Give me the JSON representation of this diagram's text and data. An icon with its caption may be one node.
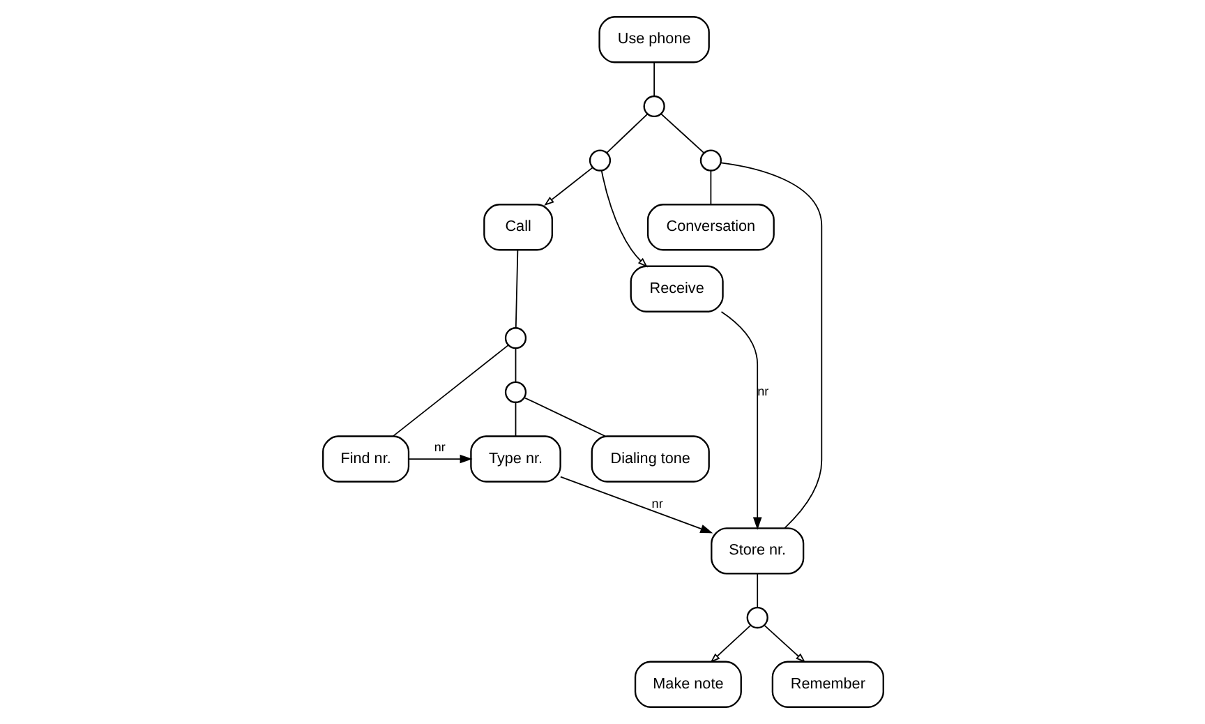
{
  "diagram": {
    "nodes": [
      {
        "text": [
          "Use phone"
        ]
      },
      {
        "text": [],
        "shape": "circle"
      },
      {
        "text": [],
        "shape": "circle"
      },
      {
        "text": [],
        "shape": "circle"
      },
      {
        "text": [
          "Call"
        ]
      },
      {
        "text": [
          "Receive"
        ]
      },
      {
        "text": [
          "Conversation"
        ]
      },
      {
        "text": [],
        "shape": "circle"
      },
      {
        "text": [],
        "shape": "circle"
      },
      {
        "text": [
          "Dialing tone"
        ]
      },
      {
        "text": [
          "Find nr."
        ]
      },
      {
        "text": [
          "Type nr."
        ]
      },
      {
        "text": [
          "Store nr."
        ]
      },
      {
        "text": [],
        "shape": "circle"
      },
      {
        "text": [
          "Make note"
        ]
      },
      {
        "text": [
          "Remember"
        ]
      }
    ],
    "edges": [
      {
        "from": 0,
        "to": 1,
        "arrow": "none"
      },
      {
        "from": 1,
        "to": 2,
        "arrow": "none"
      },
      {
        "from": 1,
        "to": 3,
        "arrow": "none"
      },
      {
        "from": 2,
        "to": 4,
        "arrow": "to"
      },
      {
        "from": 2,
        "to": 5,
        "arrow": "to"
      },
      {
        "from": 3,
        "to": 12,
        "arrow": "none"
      },
      {
        "from": 3,
        "to": 6,
        "arrow": "none"
      },
      {
        "from": 4,
        "to": 7,
        "arrow": "none"
      },
      {
        "from": 7,
        "to": 10,
        "arrow": "none"
      },
      {
        "from": 7,
        "to": 8,
        "arrow": "none"
      },
      {
        "from": 8,
        "to": 9,
        "arrow": "none"
      },
      {
        "from": 8,
        "to": 11,
        "arrow": "none"
      },
      {
        "from": 5,
        "to": 12,
        "arrow": "to",
        "label": "nr"
      },
      {
        "from": 10,
        "to": 11,
        "arrow": "to",
        "label": "nr"
      },
      {
        "from": 11,
        "to": 12,
        "arrow": "to",
        "label": "nr"
      },
      {
        "from": 12,
        "to": 13,
        "arrow": "none"
      },
      {
        "from": 13,
        "to": 14,
        "arrow": "to"
      },
      {
        "from": 13,
        "to": 15,
        "arrow": "to"
      }
    ]
  }
}
